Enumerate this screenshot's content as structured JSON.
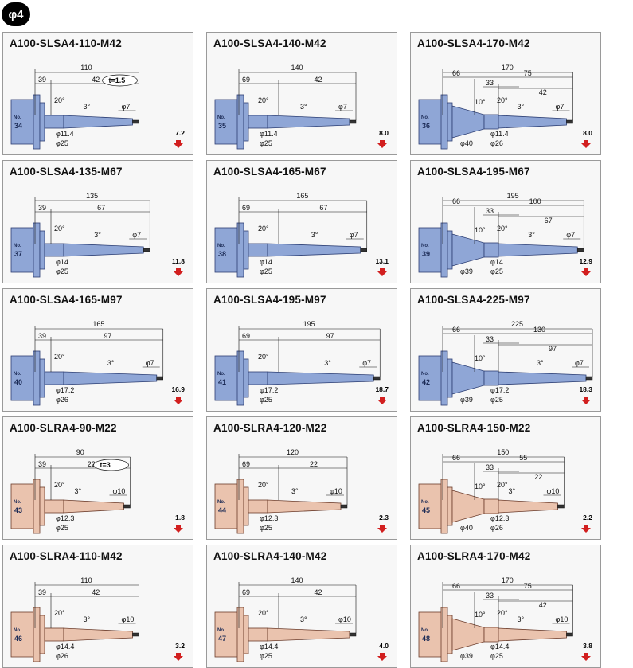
{
  "section_label": "φ4",
  "cards": [
    {
      "title": "A100-SLSA4-110-M42",
      "no": "34",
      "kind": "blue",
      "len": "110",
      "d1": "39",
      "d2": "42",
      "d3": "",
      "angle1": "20°",
      "angle2": "3°",
      "taper1": "",
      "dia_tip": "φ7",
      "dia_mid": "φ11.4",
      "dia_base": "φ25",
      "dia_base2": "",
      "note": "t=1.5",
      "weight": "7.2"
    },
    {
      "title": "A100-SLSA4-140-M42",
      "no": "35",
      "kind": "blue",
      "len": "140",
      "d1": "69",
      "d2": "42",
      "d3": "",
      "angle1": "20°",
      "angle2": "3°",
      "taper1": "",
      "dia_tip": "φ7",
      "dia_mid": "φ11.4",
      "dia_base": "φ25",
      "dia_base2": "",
      "note": "",
      "weight": "8.0"
    },
    {
      "title": "A100-SLSA4-170-M42",
      "no": "36",
      "kind": "blue",
      "len": "170",
      "d1": "66",
      "d2": "75",
      "d3": "33",
      "d4": "42",
      "angle1": "20°",
      "angle2": "3°",
      "taper1": "10°",
      "dia_tip": "φ7",
      "dia_mid": "φ11.4",
      "dia_base": "φ26",
      "dia_base2": "φ40",
      "note": "",
      "weight": "8.0"
    },
    {
      "title": "A100-SLSA4-135-M67",
      "no": "37",
      "kind": "blue",
      "len": "135",
      "d1": "39",
      "d2": "67",
      "d3": "",
      "angle1": "20°",
      "angle2": "3°",
      "taper1": "",
      "dia_tip": "φ7",
      "dia_mid": "φ14",
      "dia_base": "φ25",
      "dia_base2": "",
      "note": "",
      "weight": "11.8"
    },
    {
      "title": "A100-SLSA4-165-M67",
      "no": "38",
      "kind": "blue",
      "len": "165",
      "d1": "69",
      "d2": "67",
      "d3": "",
      "angle1": "20°",
      "angle2": "3°",
      "taper1": "",
      "dia_tip": "φ7",
      "dia_mid": "φ14",
      "dia_base": "φ25",
      "dia_base2": "",
      "note": "",
      "weight": "13.1"
    },
    {
      "title": "A100-SLSA4-195-M67",
      "no": "39",
      "kind": "blue",
      "len": "195",
      "d1": "66",
      "d2": "100",
      "d3": "33",
      "d4": "67",
      "angle1": "20°",
      "angle2": "3°",
      "taper1": "10°",
      "dia_tip": "φ7",
      "dia_mid": "φ14",
      "dia_base": "φ25",
      "dia_base2": "φ39",
      "note": "",
      "weight": "12.9"
    },
    {
      "title": "A100-SLSA4-165-M97",
      "no": "40",
      "kind": "blue",
      "len": "165",
      "d1": "39",
      "d2": "97",
      "d3": "",
      "angle1": "20°",
      "angle2": "3°",
      "taper1": "",
      "dia_tip": "φ7",
      "dia_mid": "φ17.2",
      "dia_base": "φ26",
      "dia_base2": "",
      "note": "",
      "weight": "16.9"
    },
    {
      "title": "A100-SLSA4-195-M97",
      "no": "41",
      "kind": "blue",
      "len": "195",
      "d1": "69",
      "d2": "97",
      "d3": "",
      "angle1": "20°",
      "angle2": "3°",
      "taper1": "",
      "dia_tip": "φ7",
      "dia_mid": "φ17.2",
      "dia_base": "φ25",
      "dia_base2": "",
      "note": "",
      "weight": "18.7"
    },
    {
      "title": "A100-SLSA4-225-M97",
      "no": "42",
      "kind": "blue",
      "len": "225",
      "d1": "66",
      "d2": "130",
      "d3": "33",
      "d4": "97",
      "angle1": "",
      "angle2": "3°",
      "taper1": "10°",
      "dia_tip": "φ7",
      "dia_mid": "φ17.2",
      "dia_base": "φ25",
      "dia_base2": "φ39",
      "note": "",
      "weight": "18.3"
    },
    {
      "title": "A100-SLRA4-90-M22",
      "no": "43",
      "kind": "pink",
      "len": "90",
      "d1": "39",
      "d2": "22",
      "d3": "",
      "angle1": "20°",
      "angle2": "3°",
      "taper1": "",
      "dia_tip": "φ10",
      "dia_mid": "φ12.3",
      "dia_base": "φ25",
      "dia_base2": "",
      "note": "t=3",
      "weight": "1.8"
    },
    {
      "title": "A100-SLRA4-120-M22",
      "no": "44",
      "kind": "pink",
      "len": "120",
      "d1": "69",
      "d2": "22",
      "d3": "",
      "angle1": "20°",
      "angle2": "3°",
      "taper1": "",
      "dia_tip": "φ10",
      "dia_mid": "φ12.3",
      "dia_base": "φ25",
      "dia_base2": "",
      "note": "",
      "weight": "2.3"
    },
    {
      "title": "A100-SLRA4-150-M22",
      "no": "45",
      "kind": "pink",
      "len": "150",
      "d1": "66",
      "d2": "55",
      "d3": "33",
      "d4": "22",
      "angle1": "20°",
      "angle2": "3°",
      "taper1": "10°",
      "dia_tip": "φ10",
      "dia_mid": "φ12.3",
      "dia_base": "φ26",
      "dia_base2": "φ40",
      "note": "",
      "weight": "2.2"
    },
    {
      "title": "A100-SLRA4-110-M42",
      "no": "46",
      "kind": "pink",
      "len": "110",
      "d1": "39",
      "d2": "42",
      "d3": "",
      "angle1": "20°",
      "angle2": "3°",
      "taper1": "",
      "dia_tip": "φ10",
      "dia_mid": "φ14.4",
      "dia_base": "φ26",
      "dia_base2": "",
      "note": "",
      "weight": "3.2"
    },
    {
      "title": "A100-SLRA4-140-M42",
      "no": "47",
      "kind": "pink",
      "len": "140",
      "d1": "69",
      "d2": "42",
      "d3": "",
      "angle1": "20°",
      "angle2": "3°",
      "taper1": "",
      "dia_tip": "φ10",
      "dia_mid": "φ14.4",
      "dia_base": "φ25",
      "dia_base2": "",
      "note": "",
      "weight": "4.0"
    },
    {
      "title": "A100-SLRA4-170-M42",
      "no": "48",
      "kind": "pink",
      "len": "170",
      "d1": "66",
      "d2": "75",
      "d3": "33",
      "d4": "42",
      "angle1": "20°",
      "angle2": "3°",
      "taper1": "10°",
      "dia_tip": "φ10",
      "dia_mid": "φ14.4",
      "dia_base": "φ25",
      "dia_base2": "φ39",
      "note": "",
      "weight": "3.8"
    }
  ],
  "colors": {
    "blue_fill": "#8fa6d6",
    "blue_stroke": "#2c3e73",
    "pink_fill": "#eac3ae",
    "pink_stroke": "#6b3b2a",
    "arrow_red": "#d21f1f"
  }
}
